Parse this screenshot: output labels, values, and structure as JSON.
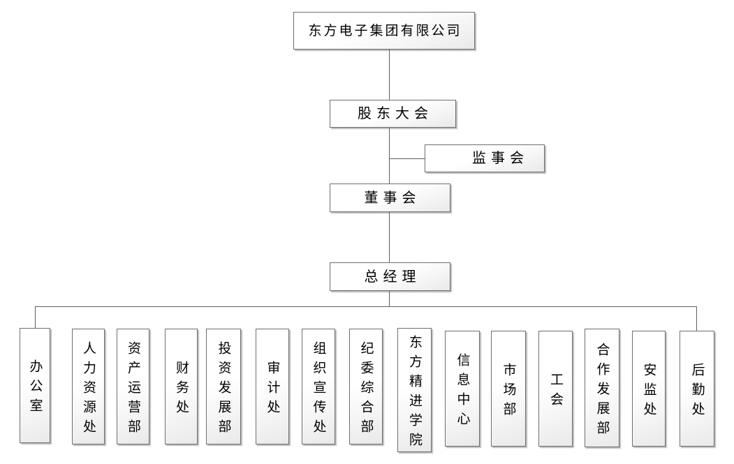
{
  "org": {
    "company": "东方电子集团有限公司",
    "governance": {
      "shareholders_meeting": "股东大会",
      "supervisory_board": "监事会",
      "board_of_directors": "董事会",
      "general_manager": "总经理"
    },
    "departments": [
      "办公室",
      "人力资源处",
      "资产运营部",
      "财务处",
      "投资发展部",
      "审计处",
      "组织宣传处",
      "纪委综合部",
      "东方精进学院",
      "信息中心",
      "市场部",
      "工会",
      "合作发展部",
      "安监处",
      "后勤处"
    ],
    "colors": {
      "box_border": "#6e6e6e",
      "connector_line": "#5f5f5f",
      "box_fill_top": "#ffffff",
      "box_fill_bottom": "#e9e9e9",
      "text": "#000000",
      "background": "#ffffff"
    }
  }
}
